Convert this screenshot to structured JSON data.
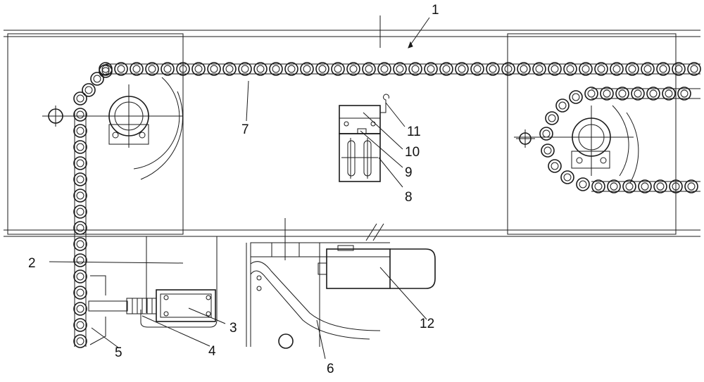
{
  "callouts": [
    {
      "id": "c1",
      "text": "1"
    },
    {
      "id": "c2",
      "text": "2"
    },
    {
      "id": "c3",
      "text": "3"
    },
    {
      "id": "c4",
      "text": "4"
    },
    {
      "id": "c5",
      "text": "5"
    },
    {
      "id": "c6",
      "text": "6"
    },
    {
      "id": "c7",
      "text": "7"
    },
    {
      "id": "c8",
      "text": "8"
    },
    {
      "id": "c9",
      "text": "9"
    },
    {
      "id": "c10",
      "text": "10"
    },
    {
      "id": "c11",
      "text": "11"
    },
    {
      "id": "c12",
      "text": "12"
    }
  ],
  "colors": {
    "line": "#1a1a1a",
    "background": "#ffffff"
  }
}
